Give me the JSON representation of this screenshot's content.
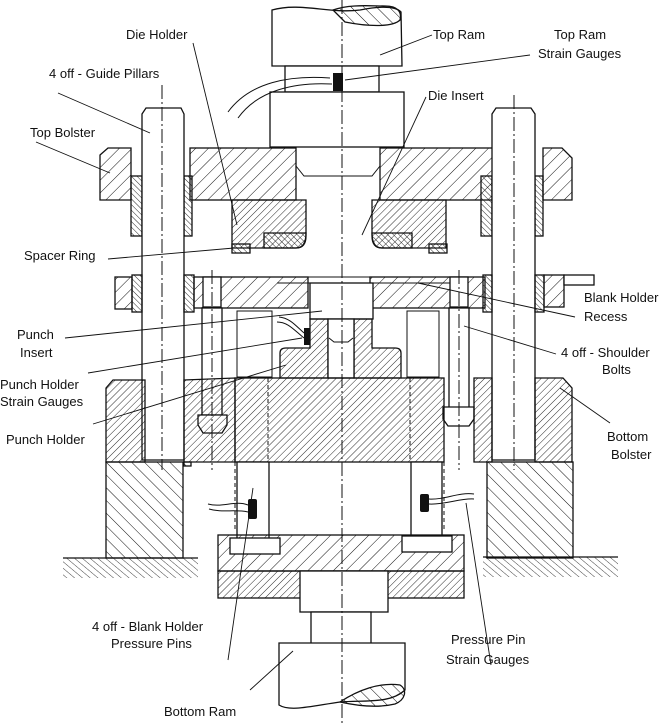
{
  "diagram": {
    "title": "Instrumented deep drawing die set - cross section",
    "colors": {
      "ink": "#111111",
      "background": "#ffffff"
    },
    "labels": {
      "die_holder": "Die Holder",
      "top_ram": "Top Ram",
      "top_ram_strain_gauges_1": "Top Ram",
      "top_ram_strain_gauges_2": "Strain Gauges",
      "guide_pillars": "4 off - Guide Pillars",
      "die_insert": "Die Insert",
      "top_bolster": "Top Bolster",
      "spacer_ring": "Spacer Ring",
      "blank_holder_recess_1": "Blank Holder",
      "blank_holder_recess_2": "Recess",
      "punch_insert_1": "Punch",
      "punch_insert_2": "Insert",
      "shoulder_bolts_1": "4 off - Shoulder",
      "shoulder_bolts_2": "Bolts",
      "punch_holder_strain_gauges_1": "Punch Holder",
      "punch_holder_strain_gauges_2": "Strain Gauges",
      "punch_holder": "Punch Holder",
      "bottom_bolster_1": "Bottom",
      "bottom_bolster_2": "Bolster",
      "pressure_pins_1": "4 off - Blank Holder",
      "pressure_pins_2": "Pressure Pins",
      "pressure_pin_strain_gauges_1": "Pressure Pin",
      "pressure_pin_strain_gauges_2": "Strain Gauges",
      "bottom_ram": "Bottom Ram"
    }
  }
}
